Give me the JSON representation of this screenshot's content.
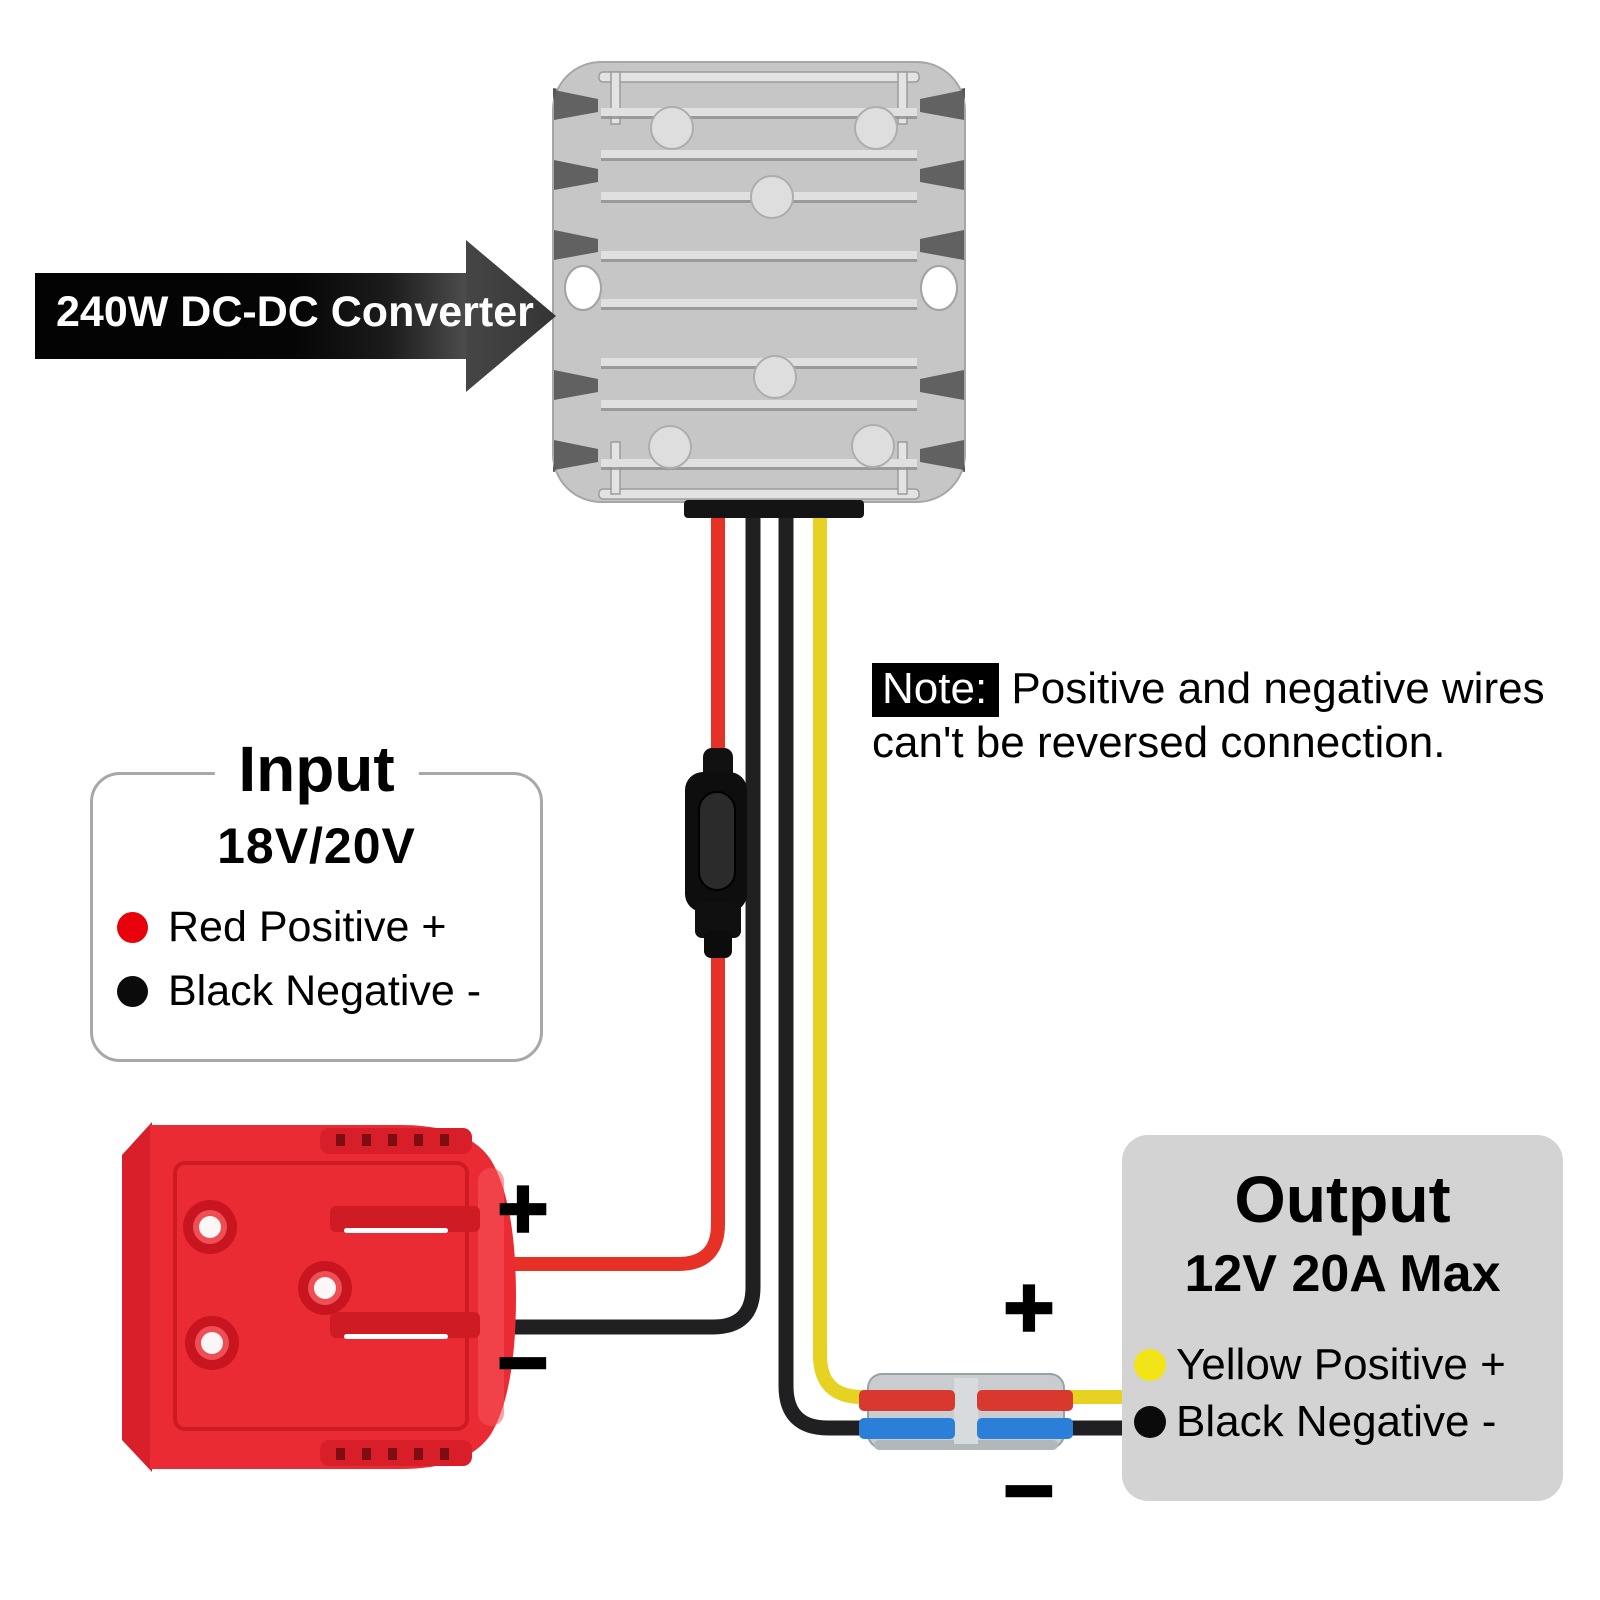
{
  "arrow": {
    "label": "240W DC-DC Converter"
  },
  "note": {
    "badge": "Note:",
    "line1": "Positive and negative wires",
    "line2": "can't be reversed connection."
  },
  "input_panel": {
    "title": "Input",
    "voltage": "18V/20V",
    "items": [
      {
        "color": "#e8000b",
        "label": "Red Positive +"
      },
      {
        "color": "#0b0b0b",
        "label": "Black Negative -"
      }
    ]
  },
  "output_panel": {
    "title": "Output",
    "rating": "12V 20A Max",
    "items": [
      {
        "color": "#f3e418",
        "label": "Yellow Positive +"
      },
      {
        "color": "#0b0b0b",
        "label": "Black Negative -"
      }
    ]
  },
  "marks": {
    "input_plus": "+",
    "input_minus": "−",
    "output_plus": "+",
    "output_minus": "−"
  },
  "colors": {
    "wire_red": "#e63126",
    "wire_black": "#202022",
    "wire_yellow": "#e7d121",
    "adapter_body": "#ea2b33",
    "converter_silver": "#c6c6c6",
    "connector_lever_red": "#d8382e",
    "connector_lever_blue": "#2a80d8",
    "output_panel_bg": "#d3d3d3",
    "note_badge_bg": "#000000"
  }
}
